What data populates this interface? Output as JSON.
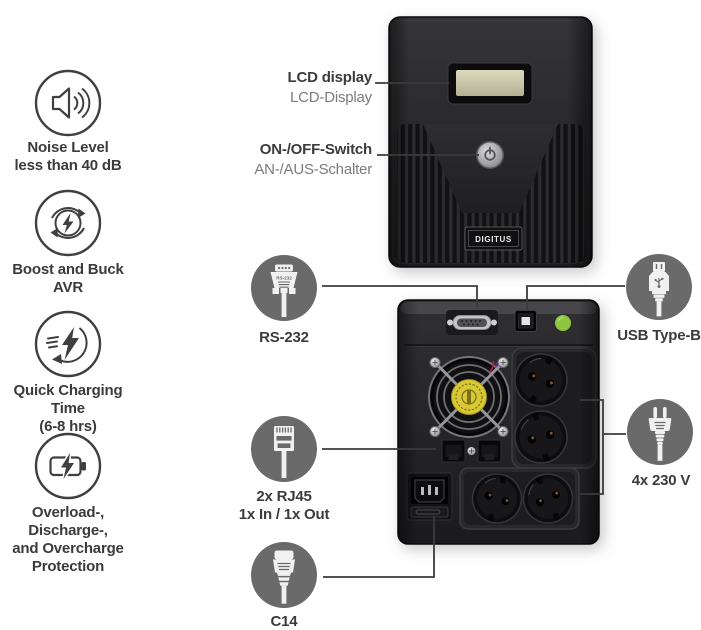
{
  "colors": {
    "background": "#ffffff",
    "text_primary": "#3b3b3b",
    "text_secondary": "#7b7b7b",
    "connector_circle_fill": "#6a6a6a",
    "callout_line": "#3b3b3b",
    "accent_green": "#8dc63f",
    "lcd_screen": "#cfcdac",
    "fan_sticker": "#d8c934"
  },
  "features": {
    "items": [
      {
        "icon": "speaker-noise-icon",
        "label": "Noise Level\nless than 40 dB"
      },
      {
        "icon": "avr-cycle-bolt-icon",
        "label": "Boost and Buck\nAVR"
      },
      {
        "icon": "quick-charge-bolt-icon",
        "label": "Quick Charging Time\n(6-8 hrs)"
      },
      {
        "icon": "battery-bolt-icon",
        "label": "Overload-, Discharge-,\nand Overcharge\nProtection"
      }
    ]
  },
  "callouts": {
    "lcd": {
      "label": "LCD display",
      "sublabel": "LCD-Display"
    },
    "power_switch": {
      "label": "ON-/OFF-Switch",
      "sublabel": "AN-/AUS-Schalter"
    }
  },
  "connectors": {
    "rs232": {
      "label": "RS-232",
      "icon": "rs232-connector-icon",
      "icon_text": "RS-232"
    },
    "usb": {
      "label": "USB Type-B",
      "icon": "usb-type-b-connector-icon"
    },
    "rj45": {
      "label": "2x RJ45\n1x In / 1x Out",
      "icon": "rj45-connector-icon"
    },
    "outlets": {
      "label": "4x 230 V",
      "icon": "power-plug-icon"
    },
    "c14": {
      "label": "C14",
      "icon": "c14-plug-icon"
    }
  },
  "product": {
    "brand": "DIGITUS"
  }
}
